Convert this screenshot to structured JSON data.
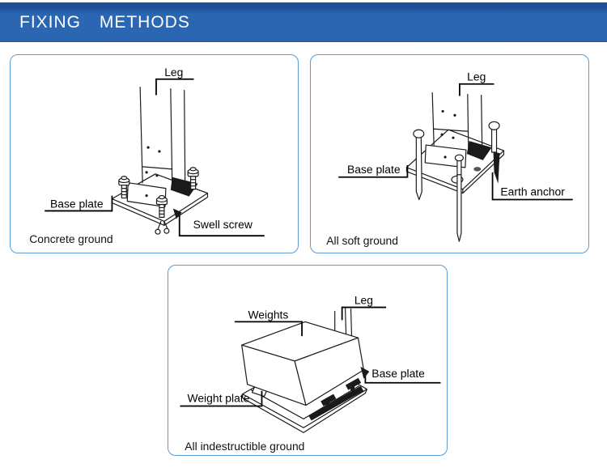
{
  "header": {
    "title": "FIXING METHODS"
  },
  "panels": [
    {
      "caption": "Concrete ground",
      "labels": {
        "leg": "Leg",
        "base_plate": "Base plate",
        "swell_screw": "Swell screw"
      }
    },
    {
      "caption": "All soft ground",
      "labels": {
        "leg": "Leg",
        "base_plate": "Base plate",
        "earth_anchor": "Earth anchor"
      }
    },
    {
      "caption": "All indestructible ground",
      "labels": {
        "weights": "Weights",
        "leg": "Leg",
        "base_plate": "Base plate",
        "weight_plate": "Weight plate"
      }
    }
  ],
  "colors": {
    "header_top": "#1d4f97",
    "header_bg": "#2a66b2",
    "header_text": "#ffffff",
    "panel_border": "#5b9bd5",
    "ink": "#1a1a1a",
    "page_bg": "#ffffff"
  }
}
